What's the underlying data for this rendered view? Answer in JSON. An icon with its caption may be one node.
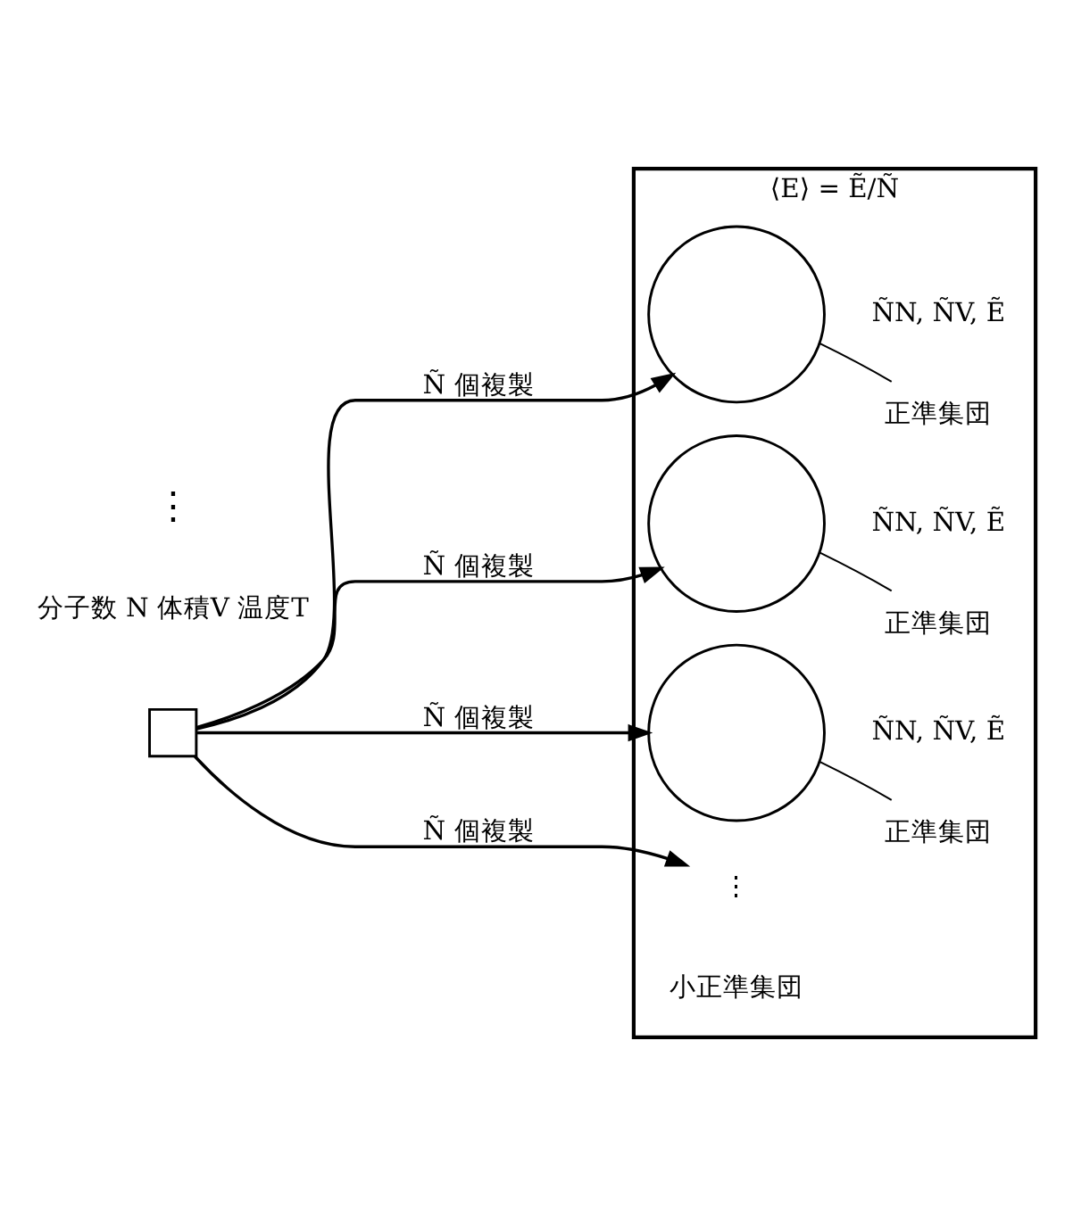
{
  "diagram": {
    "nodes": [
      {
        "text": [],
        "shape": "box",
        "beside": [
          "分子数 N 体積V 温度T"
        ]
      },
      {
        "text": [
          "⟨E⟩ = Ẽ/Ñ",
          "小正準集団"
        ]
      },
      {
        "text": [
          "正準集団"
        ],
        "in": 1
      },
      {
        "text": [],
        "shape": "circle",
        "in": 1,
        "beside": [
          "ÑN, ÑV, Ẽ"
        ]
      },
      {
        "text": [
          "正準集団"
        ],
        "in": 1
      },
      {
        "text": [],
        "shape": "circle",
        "in": 1,
        "beside": [
          "ÑN, ÑV, Ẽ"
        ]
      },
      {
        "text": [
          "正準集団"
        ],
        "in": 1
      },
      {
        "text": [],
        "shape": "circle",
        "in": 1,
        "beside": [
          "ÑN, ÑV, Ẽ"
        ]
      },
      {
        "text": [
          "⋮"
        ],
        "in": 1
      }
    ],
    "edges": [
      {
        "from": 0,
        "to": 3,
        "arrow": "to",
        "label": "Ñ 個複製"
      },
      {
        "from": 0,
        "to": 5,
        "arrow": "to",
        "label": "Ñ 個複製"
      },
      {
        "from": 0,
        "to": 7,
        "arrow": "to",
        "label": "Ñ 個複製"
      },
      {
        "from": 0,
        "to": 8,
        "arrow": "to",
        "label": "Ñ 個複製"
      },
      {
        "from": 2,
        "to": 3,
        "arrow": "none"
      },
      {
        "from": 4,
        "to": 5,
        "arrow": "none"
      },
      {
        "from": 6,
        "to": 7,
        "arrow": "none"
      }
    ],
    "labels": [
      "⋮"
    ]
  }
}
